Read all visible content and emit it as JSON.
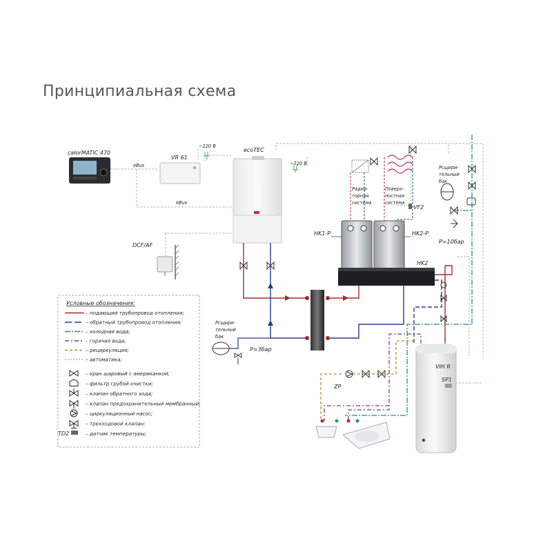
{
  "title": "Принципиальная схема",
  "devices": {
    "controller": "calorMATIC 470",
    "vr61": "VR 61",
    "boiler": "ecoTEC",
    "tank": "VIH R",
    "tank_sensor": "SP1",
    "dcf": "DCF/AF",
    "hk1": "HK1-P",
    "hk2p": "HK2-P",
    "hk2": "HK2",
    "vf2": "VF2",
    "zp": "ZP"
  },
  "labels": {
    "ebus_1": "eBus",
    "ebus_2": "eBus",
    "power_1": "~220 В",
    "power_2": "~220 В",
    "radiator_1": "Радиа-",
    "radiator_2": "торная",
    "radiator_3": "система",
    "floor_1": "Поверх-",
    "floor_2": "ностная",
    "floor_3": "система",
    "exp_left_1": "Рсщири-",
    "exp_left_2": "тельный",
    "exp_left_3": "бак",
    "exp_right_1": "Рсщири-",
    "exp_right_2": "тельный",
    "exp_right_3": "бак",
    "pressure_3": "Р=3бар",
    "pressure_10": "Р=10бар"
  },
  "legend": {
    "title": "Условные обозначения:",
    "lines": [
      {
        "text": "– подающий трубопровод отопления;",
        "color": "#a32a2a"
      },
      {
        "text": "– обратный трубопровод отопления;",
        "color": "#2a3a8c"
      },
      {
        "text": "– холодная вода;",
        "color": "#2d8a80"
      },
      {
        "text": "– горячая вода;",
        "color": "#7a3a8a"
      },
      {
        "text": "– рециркуляция;",
        "color": "#b58a1a"
      },
      {
        "text": "– автоматика;",
        "color": "#8fce8f"
      }
    ],
    "symbols": [
      {
        "icon": "ball-valve-icon",
        "text": "– кран шаровый с американкой;"
      },
      {
        "icon": "strainer-icon",
        "text": "– фильтр грубой очистки;"
      },
      {
        "icon": "check-valve-icon",
        "text": "– клапан обратного хода;"
      },
      {
        "icon": "safety-valve-icon",
        "text": "– клапан предохранительный мембранный;"
      },
      {
        "icon": "pump-icon",
        "text": "– циркуляционный насос;"
      },
      {
        "icon": "three-way-valve-icon",
        "text": "– трехходовой клапан;"
      },
      {
        "icon": "temp-sensor-icon",
        "text": "– датчик температуры;",
        "tag": "TD2"
      }
    ]
  },
  "colors": {
    "supply": "#a32a2a",
    "return": "#2a3a8c",
    "cold": "#2d8a80",
    "hot": "#7a3a8a",
    "recirc": "#b58a1a",
    "automation": "#8fce8f"
  }
}
